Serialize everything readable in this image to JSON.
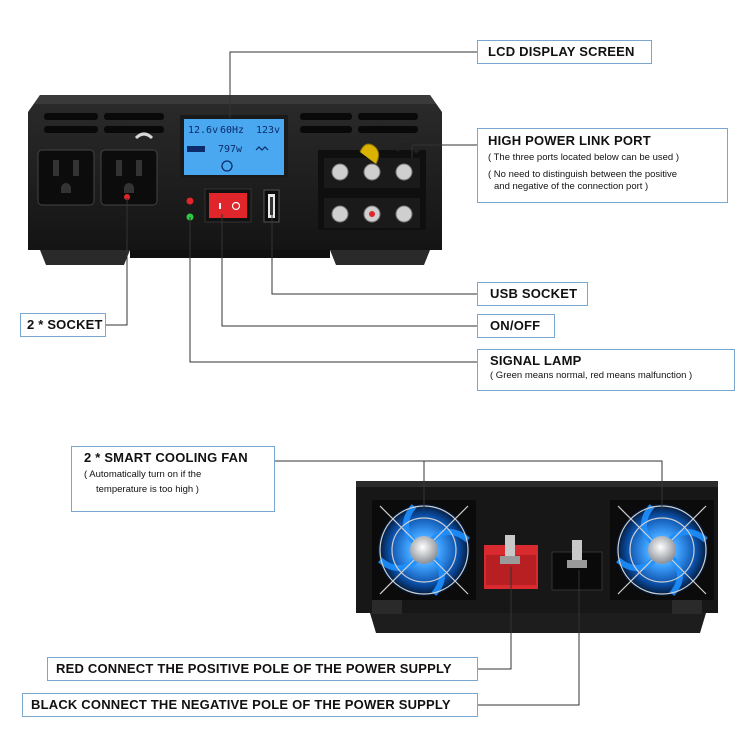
{
  "labels": {
    "lcd": "LCD DISPLAY SCREEN",
    "link_port": "HIGH POWER LINK PORT",
    "link_port_note1": "( The three ports located below can be used )",
    "link_port_note2a": "( No need to distinguish between the positive",
    "link_port_note2b": "and negative of the connection port )",
    "usb": "USB SOCKET",
    "onoff": "ON/OFF",
    "signal": "SIGNAL LAMP",
    "signal_note": "( Green means normal, red means malfunction )",
    "socket": "2 * SOCKET",
    "fan": "2 * SMART COOLING FAN",
    "fan_note1": "( Automatically turn on if the",
    "fan_note2": "temperature is too high  )",
    "red_pole": "RED CONNECT THE POSITIVE POLE OF THE POWER SUPPLY",
    "black_pole": "BLACK CONNECT THE NEGATIVE POLE OF THE POWER SUPPLY"
  },
  "lcd": {
    "voltage_in": "12.6v",
    "frequency": "60Hz",
    "voltage_out": "123v",
    "power": "797w"
  },
  "icons": [
    "ac-outlet-icon",
    "usb-port-icon",
    "rocker-switch-icon",
    "led-indicator-icon",
    "fan-icon",
    "terminal-post-icon"
  ],
  "colors": {
    "frame_border": "#7aa7cf",
    "lcd_screen": "#49a8f0",
    "switch_red": "#e0262b",
    "fan_glow": "#1e90ff",
    "case_black": "#1c1c1c"
  }
}
